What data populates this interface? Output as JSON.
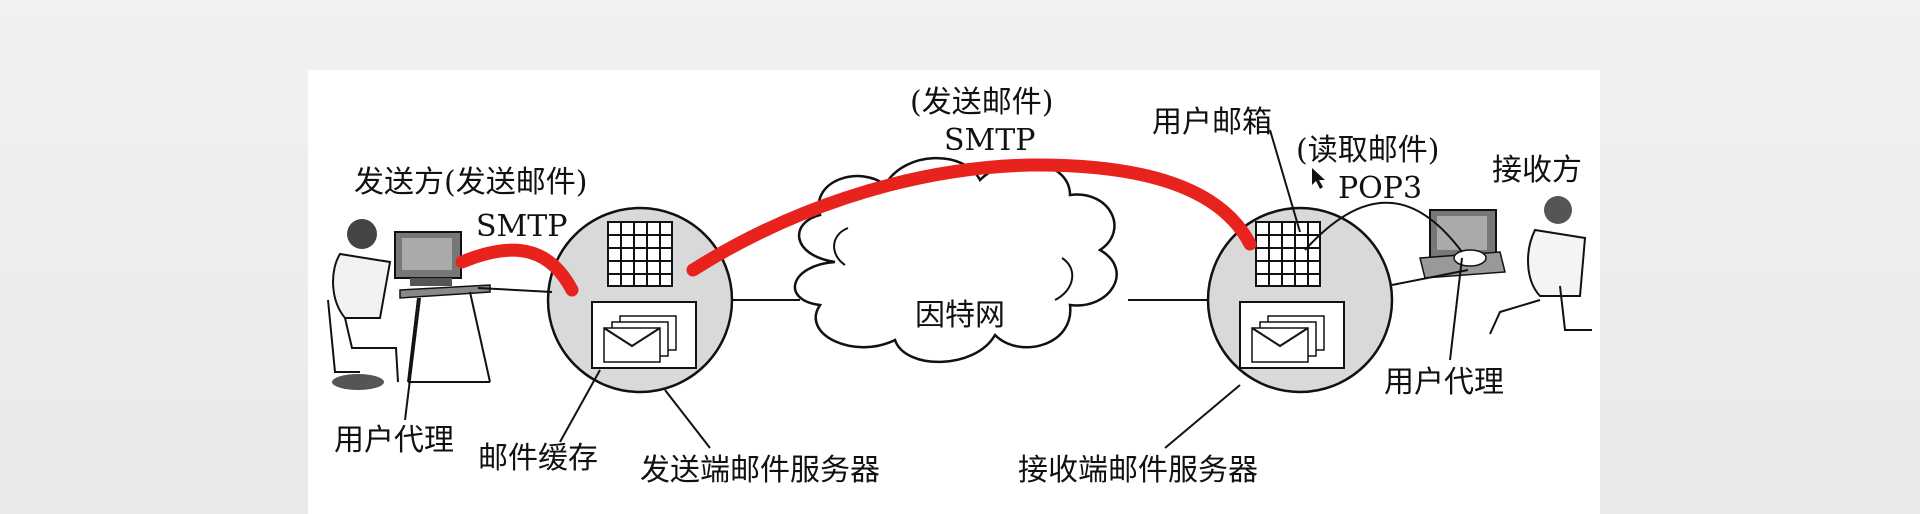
{
  "diagram": {
    "sender_label": "发送方(发送邮件)",
    "sender_protocol": "SMTP",
    "relay_label": "(发送邮件)",
    "relay_protocol": "SMTP",
    "mailbox_label": "用户邮箱",
    "read_label": "(读取邮件)",
    "read_protocol": "POP3",
    "receiver_label": "接收方",
    "internet_label": "因特网",
    "user_agent_left": "用户代理",
    "mail_cache": "邮件缓存",
    "sender_server": "发送端邮件服务器",
    "receiver_server": "接收端邮件服务器",
    "user_agent_right": "用户代理"
  },
  "colors": {
    "smtp_path": "#e8231e",
    "server_fill": "#d9d9d9",
    "panel": "#ffffff",
    "background": "#ececec"
  },
  "icons": [
    "person-at-computer-icon",
    "mailbox-grid-icon",
    "envelope-stack-icon",
    "cloud-icon",
    "cursor-icon"
  ]
}
